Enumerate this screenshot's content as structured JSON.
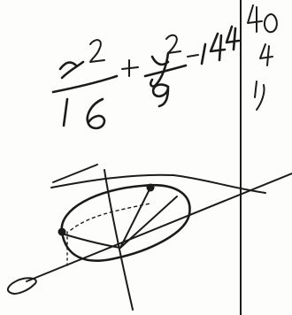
{
  "equation": {
    "left_numerator": "x²",
    "left_denominator": "16",
    "plus": "+",
    "right_numerator": "y²",
    "right_denominator": "9",
    "equals_value": "=144"
  },
  "margin_notes": {
    "line_1": "40",
    "line_2": "4",
    "line_3": "1"
  },
  "figure": {
    "icon": "ellipse-sketch-icon"
  }
}
